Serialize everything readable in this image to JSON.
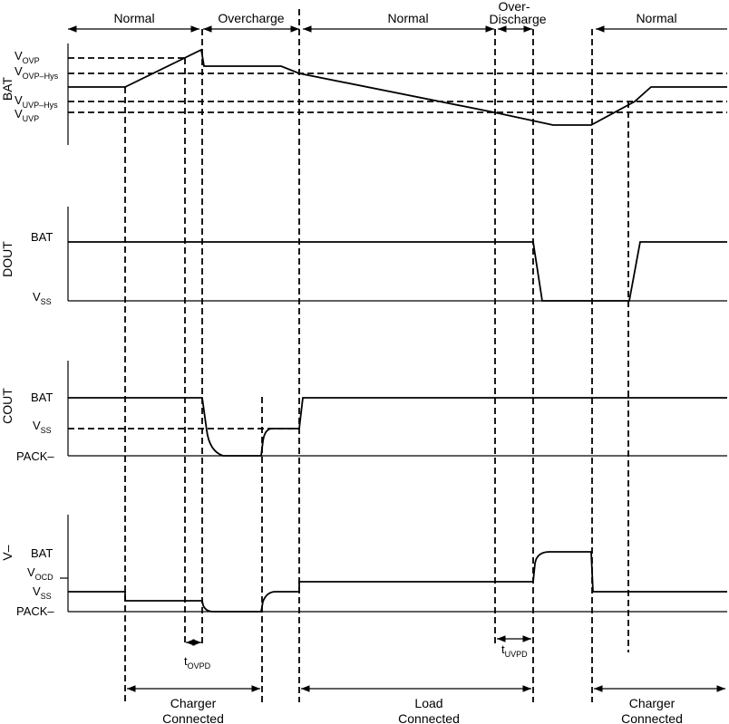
{
  "header": {
    "states": [
      "Normal",
      "Overcharge",
      "Normal",
      "Over-",
      "Discharge",
      "Normal"
    ]
  },
  "panels": {
    "bat": {
      "title": "BAT",
      "levels": [
        {
          "main": "V",
          "sub": "OVP"
        },
        {
          "main": "V",
          "sub": "OVP–Hys"
        },
        {
          "main": "V",
          "sub": "UVP–Hys"
        },
        {
          "main": "V",
          "sub": "UVP"
        }
      ]
    },
    "dout": {
      "title": "DOUT",
      "levels": [
        {
          "main": "BAT",
          "sub": ""
        },
        {
          "main": "V",
          "sub": "SS"
        }
      ]
    },
    "cout": {
      "title": "COUT",
      "levels": [
        {
          "main": "BAT",
          "sub": ""
        },
        {
          "main": "V",
          "sub": "SS"
        },
        {
          "main": "PACK–",
          "sub": ""
        }
      ]
    },
    "vminus": {
      "title": "V–",
      "levels": [
        {
          "main": "BAT",
          "sub": ""
        },
        {
          "main": "V",
          "sub": "OCD"
        },
        {
          "main": "V",
          "sub": "SS"
        },
        {
          "main": "PACK–",
          "sub": ""
        }
      ]
    }
  },
  "timing": {
    "t_ovpd": {
      "main": "t",
      "sub": "OVPD"
    },
    "t_uvpd": {
      "main": "t",
      "sub": "UVPD"
    }
  },
  "footer": {
    "charger1_line1": "Charger",
    "charger1_line2": "Connected",
    "load_line1": "Load",
    "load_line2": "Connected",
    "charger2_line1": "Charger",
    "charger2_line2": "Connected"
  }
}
